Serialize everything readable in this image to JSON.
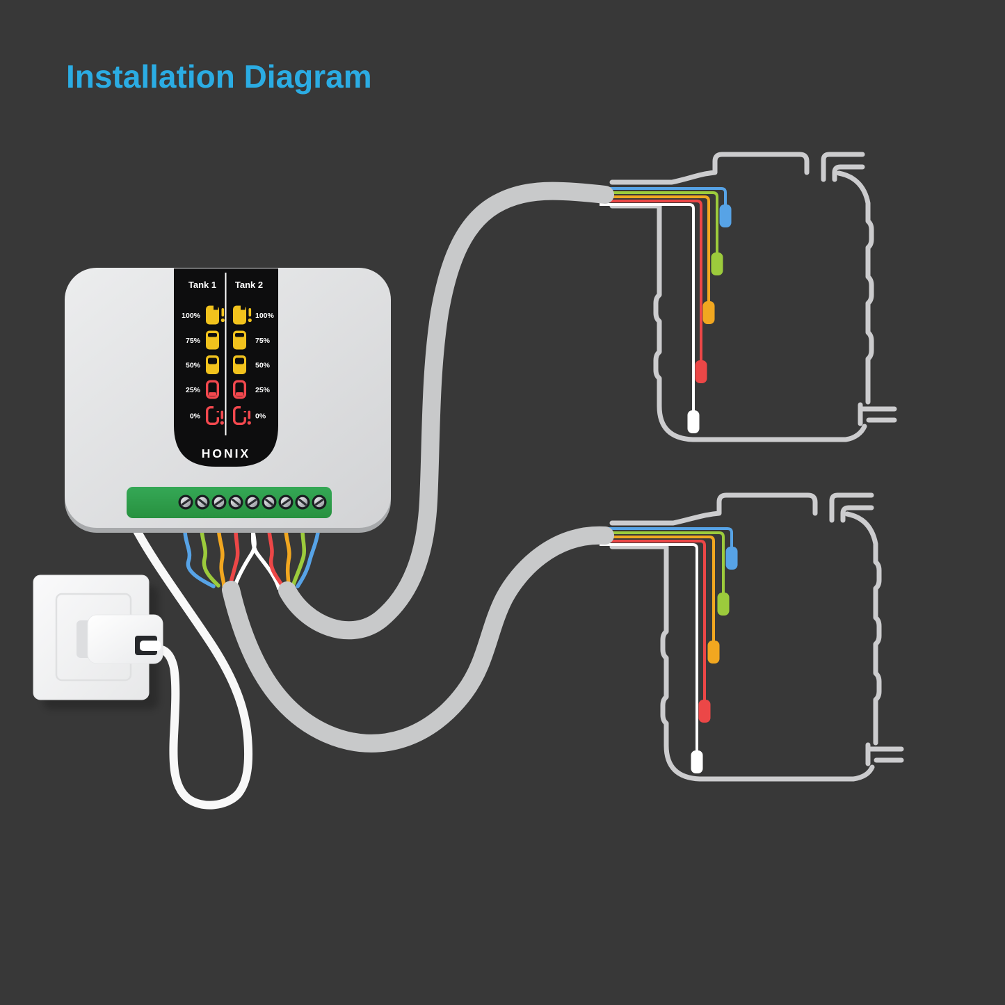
{
  "title": "Installation Diagram",
  "colors": {
    "background": "#383838",
    "title_blue": "#2BACE3",
    "device_body": "#DFE0E2",
    "device_edge": "#A7A9AB",
    "panel_black": "#0D0D0E",
    "icon_yellow": "#F1C21D",
    "icon_red": "#F2484E",
    "terminal_green": "#2F9E4E",
    "wire_blue": "#57A3E6",
    "wire_green": "#9CCB3C",
    "wire_yellow": "#F1A720",
    "wire_red": "#EC4747",
    "wire_white": "#FFFFFF",
    "cable_gray": "#C8C9CA",
    "power_cable": "#F8F8F8",
    "tank_outline": "#CCCCCE"
  },
  "device": {
    "brand": "HONIX",
    "columns": [
      {
        "label": "Tank 1"
      },
      {
        "label": "Tank 2"
      }
    ],
    "levels": [
      {
        "label": "100%",
        "state": "full-alert",
        "color": "yellow"
      },
      {
        "label": "75%",
        "state": "fill-75",
        "color": "yellow"
      },
      {
        "label": "50%",
        "state": "fill-50",
        "color": "yellow"
      },
      {
        "label": "25%",
        "state": "low",
        "color": "red"
      },
      {
        "label": "0%",
        "state": "empty-alert",
        "color": "red"
      }
    ],
    "terminal_screw_count": 9
  },
  "tanks": [
    {
      "name": "Tank 1",
      "position": "top-right",
      "sensors": [
        {
          "color": "blue",
          "level": "100%"
        },
        {
          "color": "green",
          "level": "75%"
        },
        {
          "color": "yellow",
          "level": "50%"
        },
        {
          "color": "red",
          "level": "25%"
        },
        {
          "color": "white",
          "level": "0%"
        }
      ]
    },
    {
      "name": "Tank 2",
      "position": "bottom-right",
      "sensors": [
        {
          "color": "blue",
          "level": "100%"
        },
        {
          "color": "green",
          "level": "75%"
        },
        {
          "color": "yellow",
          "level": "50%"
        },
        {
          "color": "red",
          "level": "25%"
        },
        {
          "color": "white",
          "level": "0%"
        }
      ]
    }
  ],
  "connections": {
    "bundle_left_wires": [
      "blue",
      "green",
      "yellow",
      "red",
      "white"
    ],
    "bundle_right_wires": [
      "white",
      "red",
      "yellow",
      "green",
      "blue"
    ],
    "power_source": "wall outlet with plug adapter"
  }
}
